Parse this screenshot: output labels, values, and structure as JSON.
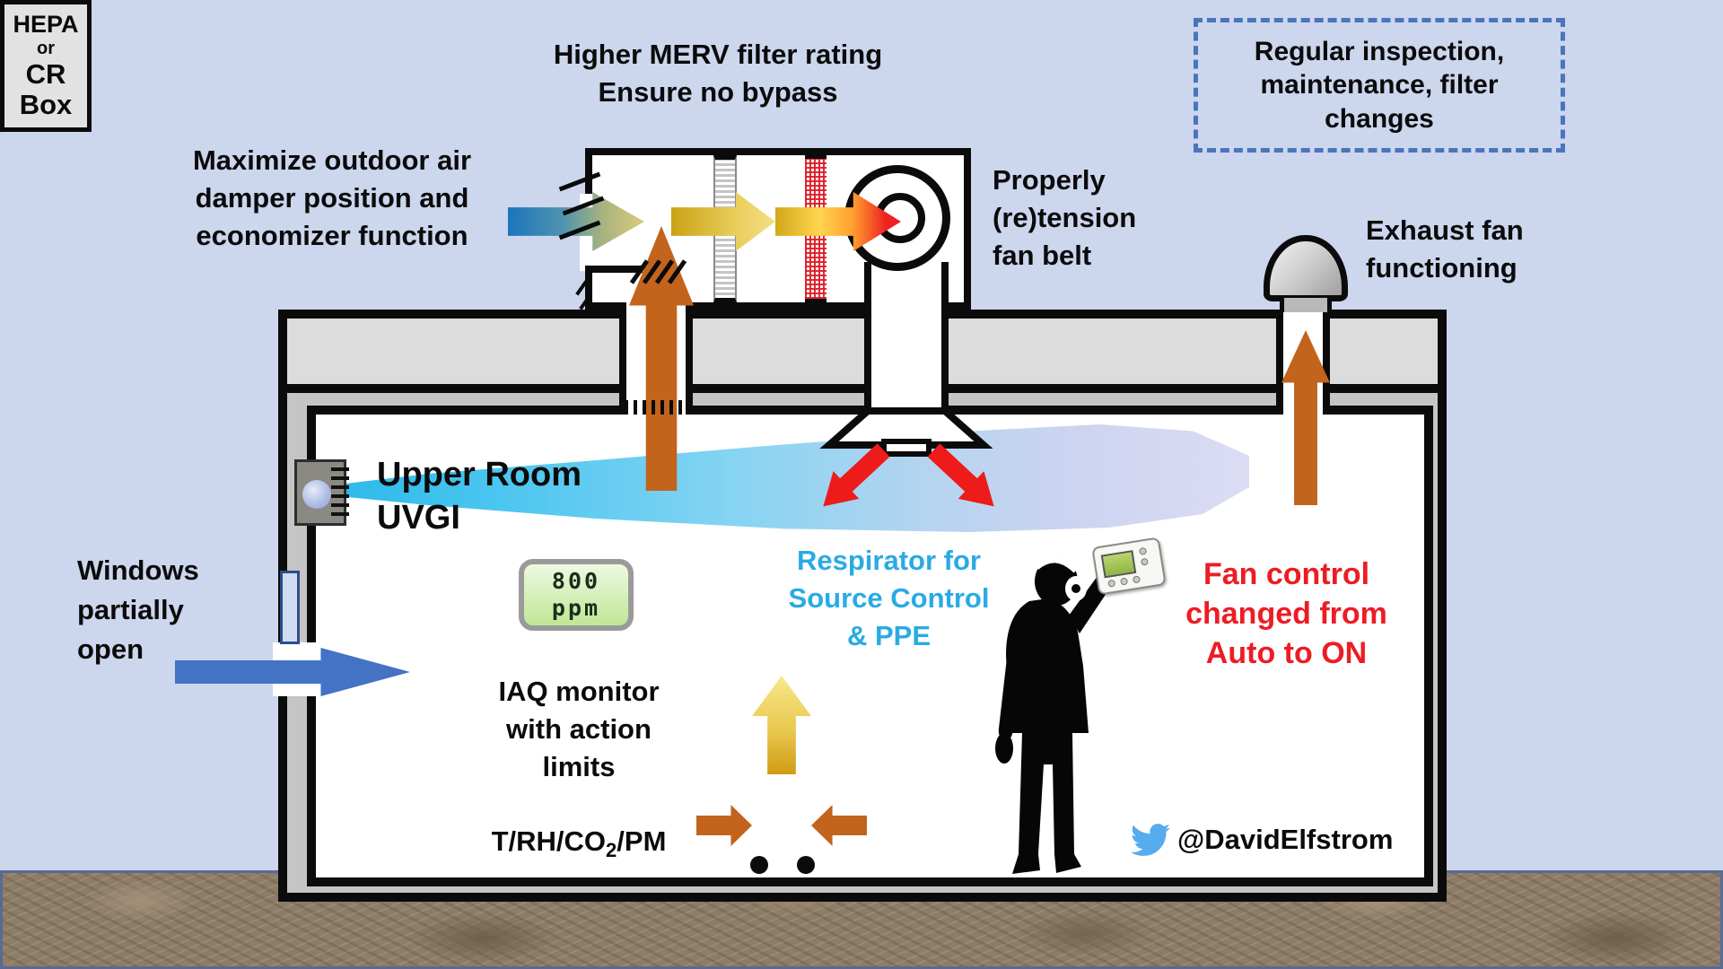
{
  "colors": {
    "background": "#ccd6ed",
    "window_arrow_blue": "#4472c4",
    "uv_beam_cyan": "#2ec2ee",
    "red_accent": "#ed1c24",
    "cyan_text": "#29abe2",
    "return_air_brown": "#c2641c",
    "twitter_blue": "#55acee",
    "dashed_box_blue": "#4a74bd"
  },
  "annotations": {
    "merv_filter": "Higher MERV filter rating\nEnsure no bypass",
    "outdoor_air": "Maximize outdoor air\ndamper position and\neconomizer function",
    "fan_belt": "Properly\n(re)tension\nfan belt",
    "inspection": "Regular inspection,\nmaintenance, filter\nchanges",
    "exhaust_fan": "Exhaust fan\nfunctioning",
    "uvgi": "Upper Room\nUVGI",
    "windows": "Windows\npartially\nopen",
    "respirator": "Respirator for\nSource Control\n& PPE",
    "fan_control": "Fan control\nchanged from\nAuto to ON"
  },
  "iaq_monitor": {
    "reading": "800\nppm",
    "caption": "IAQ monitor\nwith action\nlimits",
    "limits_pre": "T/RH/CO",
    "limits_sub": "2",
    "limits_post": "/PM"
  },
  "hepa_box": {
    "line1": "HEPA",
    "line2": "or",
    "line3": "CR",
    "line4": "Box"
  },
  "credit": {
    "handle": "@DavidElfstrom"
  }
}
